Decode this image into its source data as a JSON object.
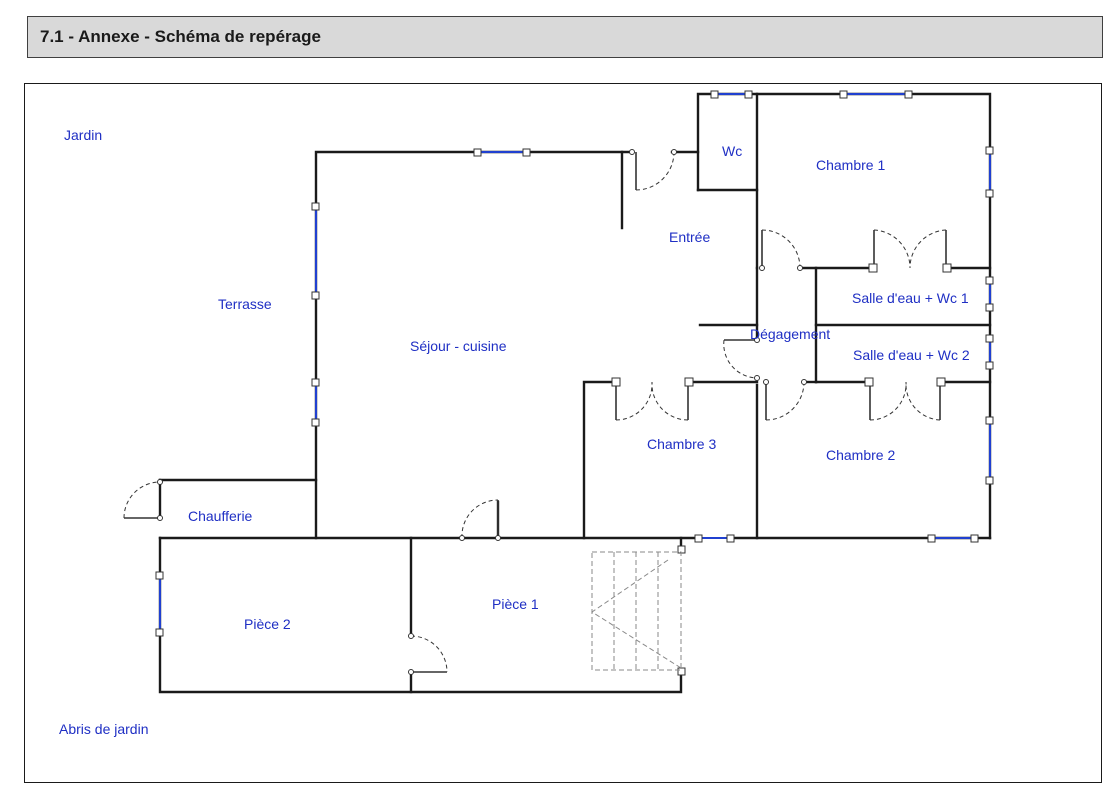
{
  "header": {
    "title": "7.1 - Annexe - Schéma de repérage"
  },
  "rooms": {
    "jardin": "Jardin",
    "terrasse": "Terrasse",
    "sejour": "Séjour - cuisine",
    "entree": "Entrée",
    "wc": "Wc",
    "chambre1": "Chambre 1",
    "salle1": "Salle d'eau + Wc 1",
    "degagement": "Dégagement",
    "salle2": "Salle d'eau + Wc 2",
    "chambre3": "Chambre 3",
    "chambre2": "Chambre 2",
    "chaufferie": "Chaufferie",
    "piece1": "Pièce 1",
    "piece2": "Pièce 2",
    "abris": "Abris de jardin"
  },
  "colors": {
    "label": "#1f2fc4",
    "wall": "#1a1a1a",
    "window": "#2040d0",
    "header_bg": "#d9d9d9"
  }
}
